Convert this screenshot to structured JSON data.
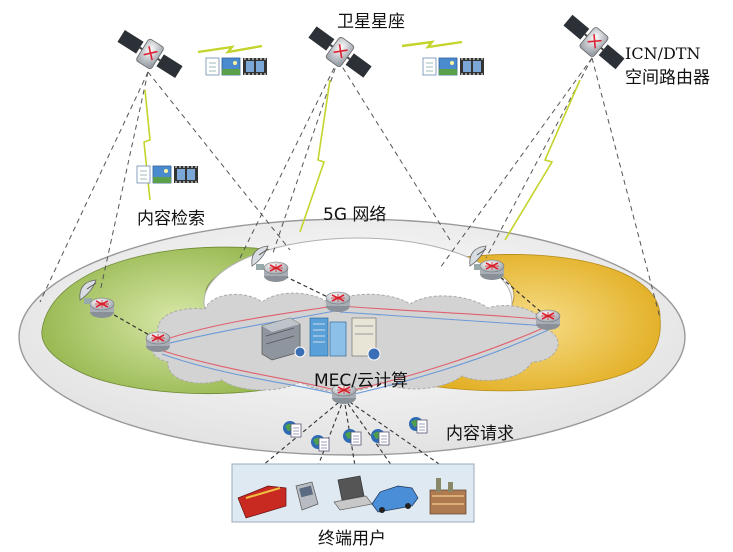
{
  "labels": {
    "satellite_constellation": "卫星星座",
    "icn_dtn_line1": "ICN/DTN",
    "icn_dtn_line2": "空间路由器",
    "network_5g": "5G 网络",
    "content_retrieval": "内容检索",
    "mec_cloud": "MEC/云计算",
    "content_request": "内容请求",
    "terminal_users": "终端用户"
  },
  "colors": {
    "left_zone": "#9fbf5a",
    "right_zone": "#e8b830",
    "outer_ellipse": "#ececec",
    "cloud": "#d0d0d0",
    "panel": "#dde9f1",
    "lightning": "#c4d42c"
  },
  "icons": [
    "satellite-icon",
    "router-icon",
    "server-icon",
    "document-icon",
    "image-icon",
    "film-icon",
    "globe-doc-icon",
    "train-icon",
    "phone-icon",
    "laptop-icon",
    "car-icon",
    "factory-icon"
  ]
}
